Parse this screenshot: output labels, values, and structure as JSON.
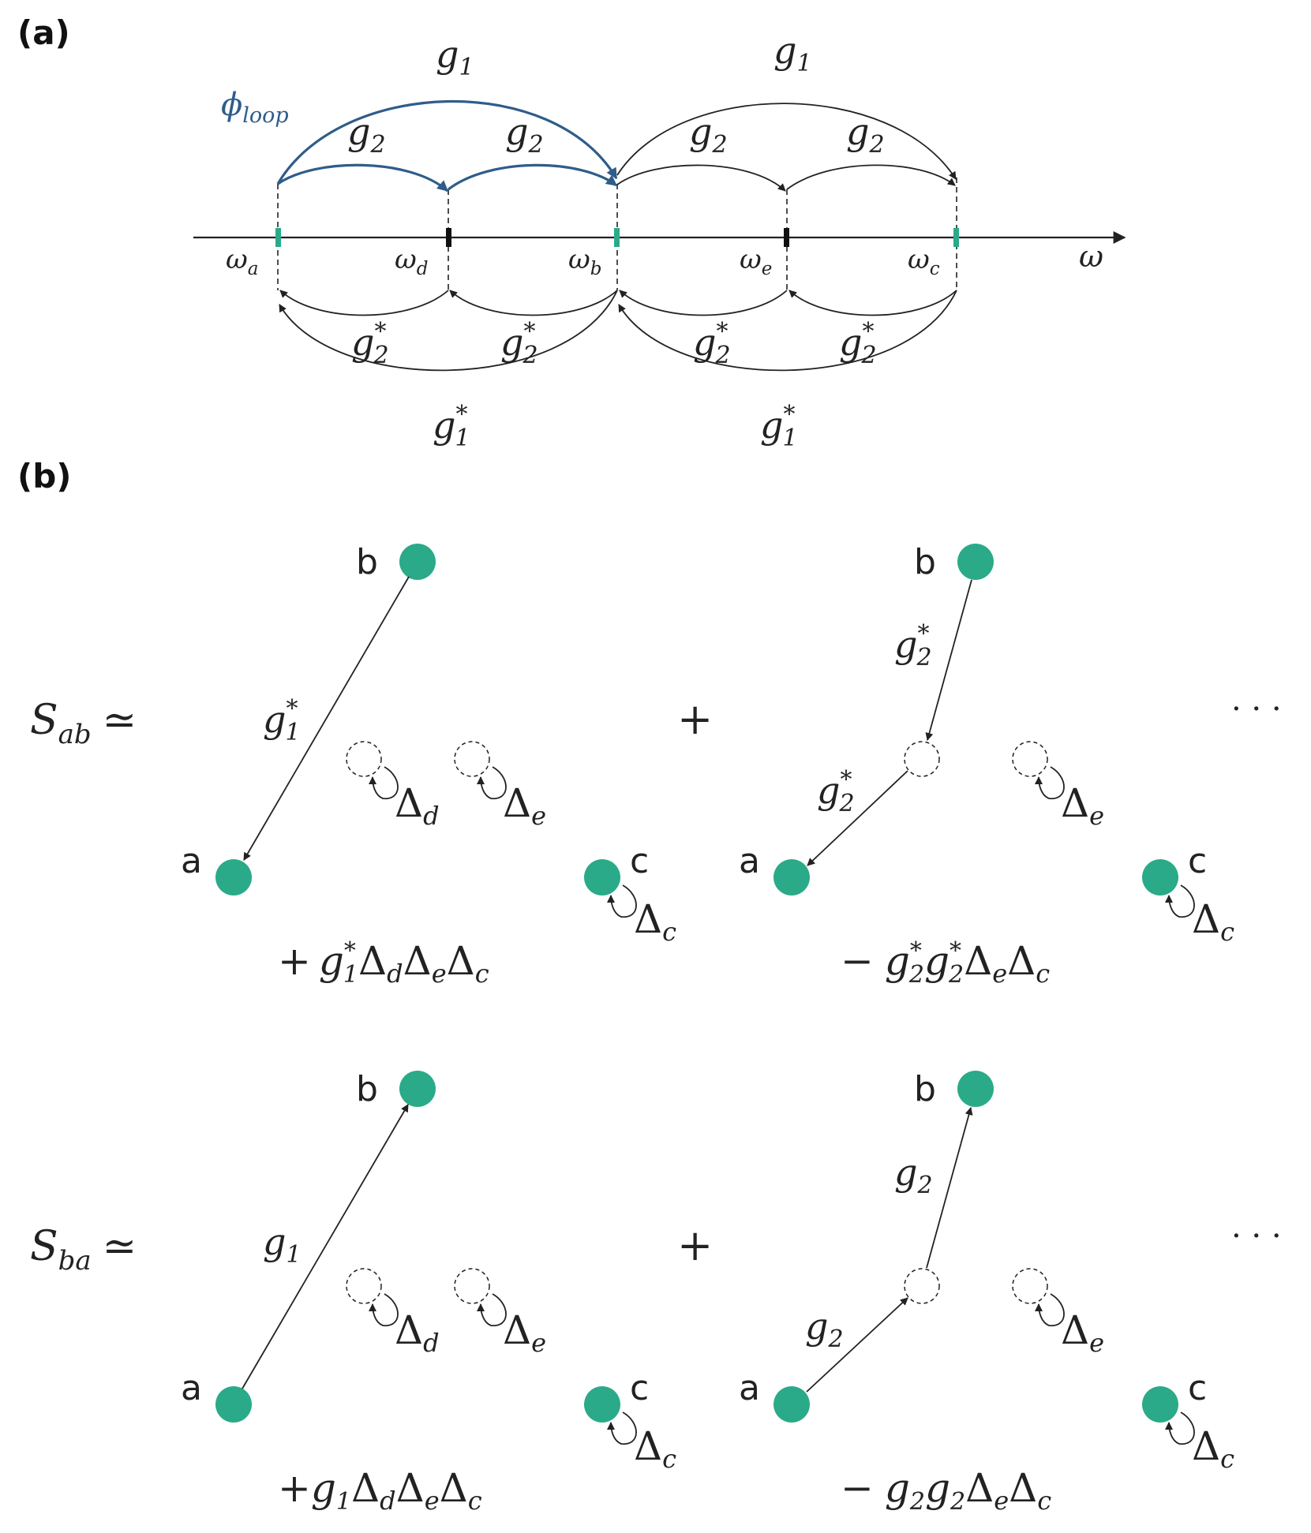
{
  "panel_a": {
    "label": "(a)",
    "axis_label": "ω",
    "phi_loop": {
      "base": "ϕ",
      "sub": "loop"
    },
    "colors": {
      "loop": "#2f5d8a",
      "mode": "#2aaa88",
      "ink": "#222222"
    },
    "freq": [
      {
        "base": "ω",
        "sub": "a"
      },
      {
        "base": "ω",
        "sub": "d"
      },
      {
        "base": "ω",
        "sub": "b"
      },
      {
        "base": "ω",
        "sub": "e"
      },
      {
        "base": "ω",
        "sub": "c"
      }
    ],
    "g1": {
      "base": "g",
      "sub": "1"
    },
    "g2": {
      "base": "g",
      "sub": "2"
    },
    "g1c": {
      "base": "g",
      "sub": "1",
      "sup": "*"
    },
    "g2c": {
      "base": "g",
      "sub": "2",
      "sup": "*"
    }
  },
  "panel_b": {
    "label": "(b)",
    "node_a": "a",
    "node_b": "b",
    "node_c": "c",
    "plus": "+",
    "ellipsis": "· · ·",
    "approx": "≃",
    "delta": "Δ",
    "colors": {
      "node": "#2aaa88",
      "ink": "#222222"
    },
    "s_ab": {
      "base": "S",
      "sub": "ab"
    },
    "s_ba": {
      "base": "S",
      "sub": "ba"
    },
    "sub_d": "d",
    "sub_e": "e",
    "sub_c": "c",
    "g_base": "g",
    "sub_1": "1",
    "sub_2": "2",
    "star": "*",
    "minus": "−"
  }
}
